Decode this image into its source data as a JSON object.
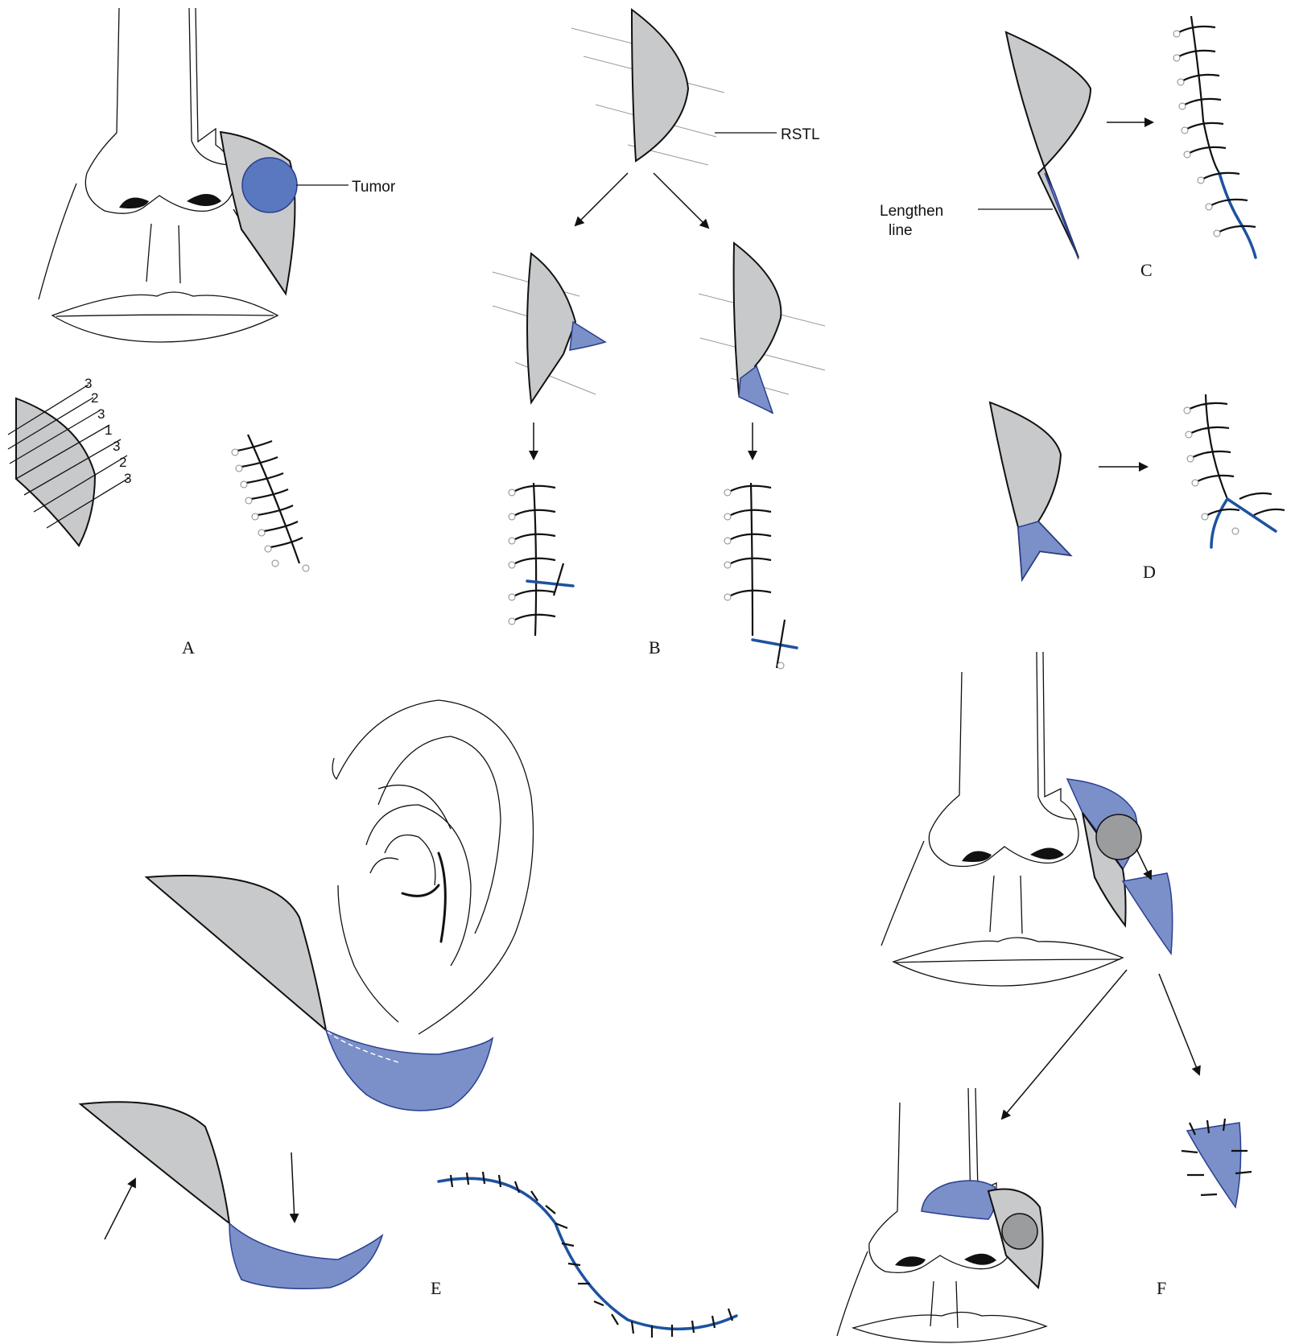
{
  "labels": {
    "tumor": "Tumor",
    "rstl": "RSTL",
    "lengthen_line_1": "Lengthen",
    "lengthen_line_2": "line",
    "ratio_numbers": [
      "3",
      "2",
      "3",
      "1",
      "3",
      "2",
      "3"
    ]
  },
  "panels": {
    "a": "A",
    "b": "B",
    "c": "C",
    "d": "D",
    "e": "E",
    "f": "F"
  },
  "colors": {
    "flap_gray": "#c8c9cb",
    "excess_blue": "#7b8fc9",
    "tumor_blue": "#5a78bf",
    "suture_blue": "#1d52a0",
    "ink": "#111111"
  }
}
